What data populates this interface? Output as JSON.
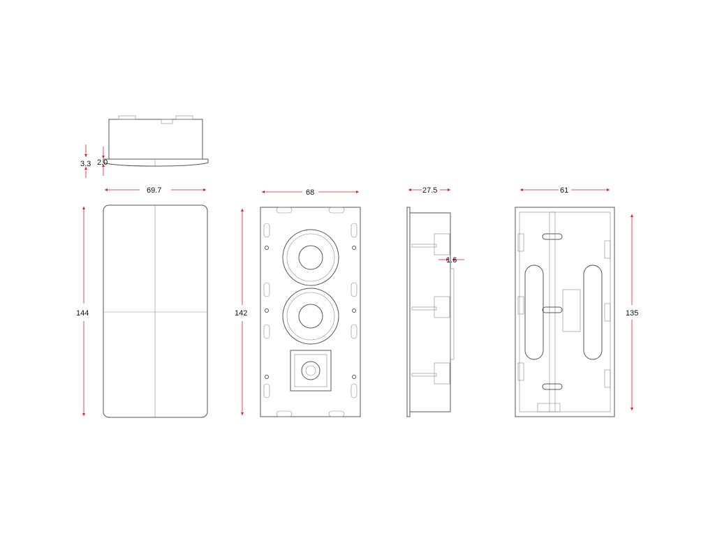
{
  "drawing": {
    "colors": {
      "dimension": "#e31b1b",
      "outline": "#555555"
    },
    "views": {
      "top": {
        "dims": {
          "flange_thickness": "3.3",
          "wall_offset": "2.0"
        }
      },
      "front_grille": {
        "dims": {
          "width": "69.7",
          "height": "144"
        }
      },
      "front_baffle": {
        "dims": {
          "width": "68",
          "height": "142"
        }
      },
      "side": {
        "dims": {
          "depth": "27.5",
          "flange": "1.6"
        }
      },
      "back": {
        "dims": {
          "width": "61",
          "height": "135"
        }
      }
    }
  }
}
